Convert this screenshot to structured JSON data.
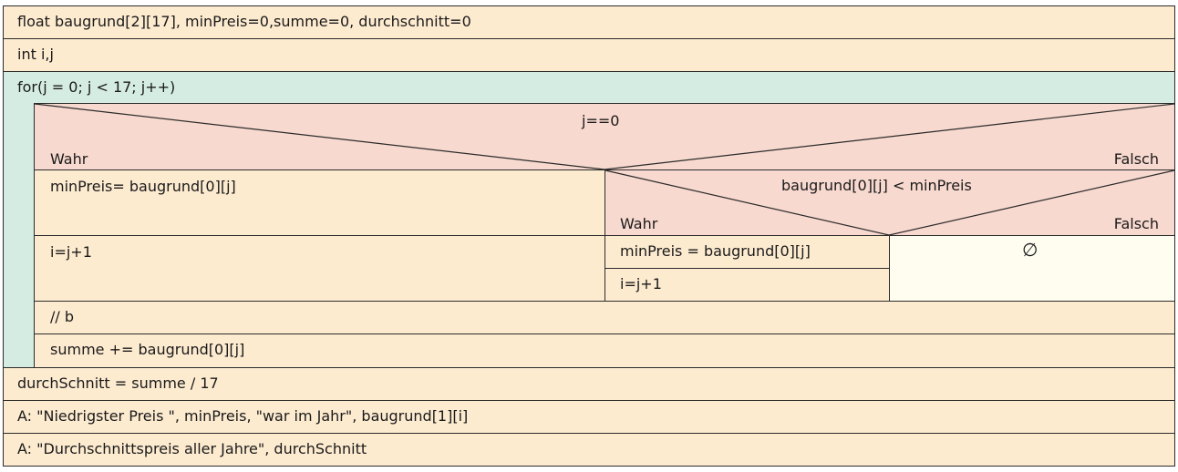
{
  "diagram": {
    "decl1": "float baugrund[2][17], minPreis=0,summe=0, durchschnitt=0",
    "decl2": "int i,j",
    "loop_header": "for(j = 0; j < 17; j++)",
    "if1": {
      "condition": "j==0",
      "true_label": "Wahr",
      "false_label": "Falsch",
      "true_branch": [
        "minPreis= baugrund[0][j]",
        "i=j+1"
      ],
      "if2": {
        "condition": "baugrund[0][j] < minPreis",
        "true_label": "Wahr",
        "false_label": "Falsch",
        "true_branch": [
          "minPreis = baugrund[0][j]",
          "i=j+1"
        ],
        "false_branch": "∅"
      }
    },
    "loop_body_after": [
      "// b",
      "summe += baugrund[0][j]"
    ],
    "after_loop": [
      "durchSchnitt = summe / 17",
      "A: \"Niedrigster Preis \", minPreis, \"war im Jahr\", baugrund[1][i]",
      "A: \"Durchschnittspreis aller Jahre\", durchSchnitt"
    ]
  },
  "colors": {
    "statement": "#fdebd0",
    "loop": "#d5ece3",
    "alternative": "#f8d9cf",
    "empty": "#fffdf0",
    "border": "#2b2b2b"
  }
}
